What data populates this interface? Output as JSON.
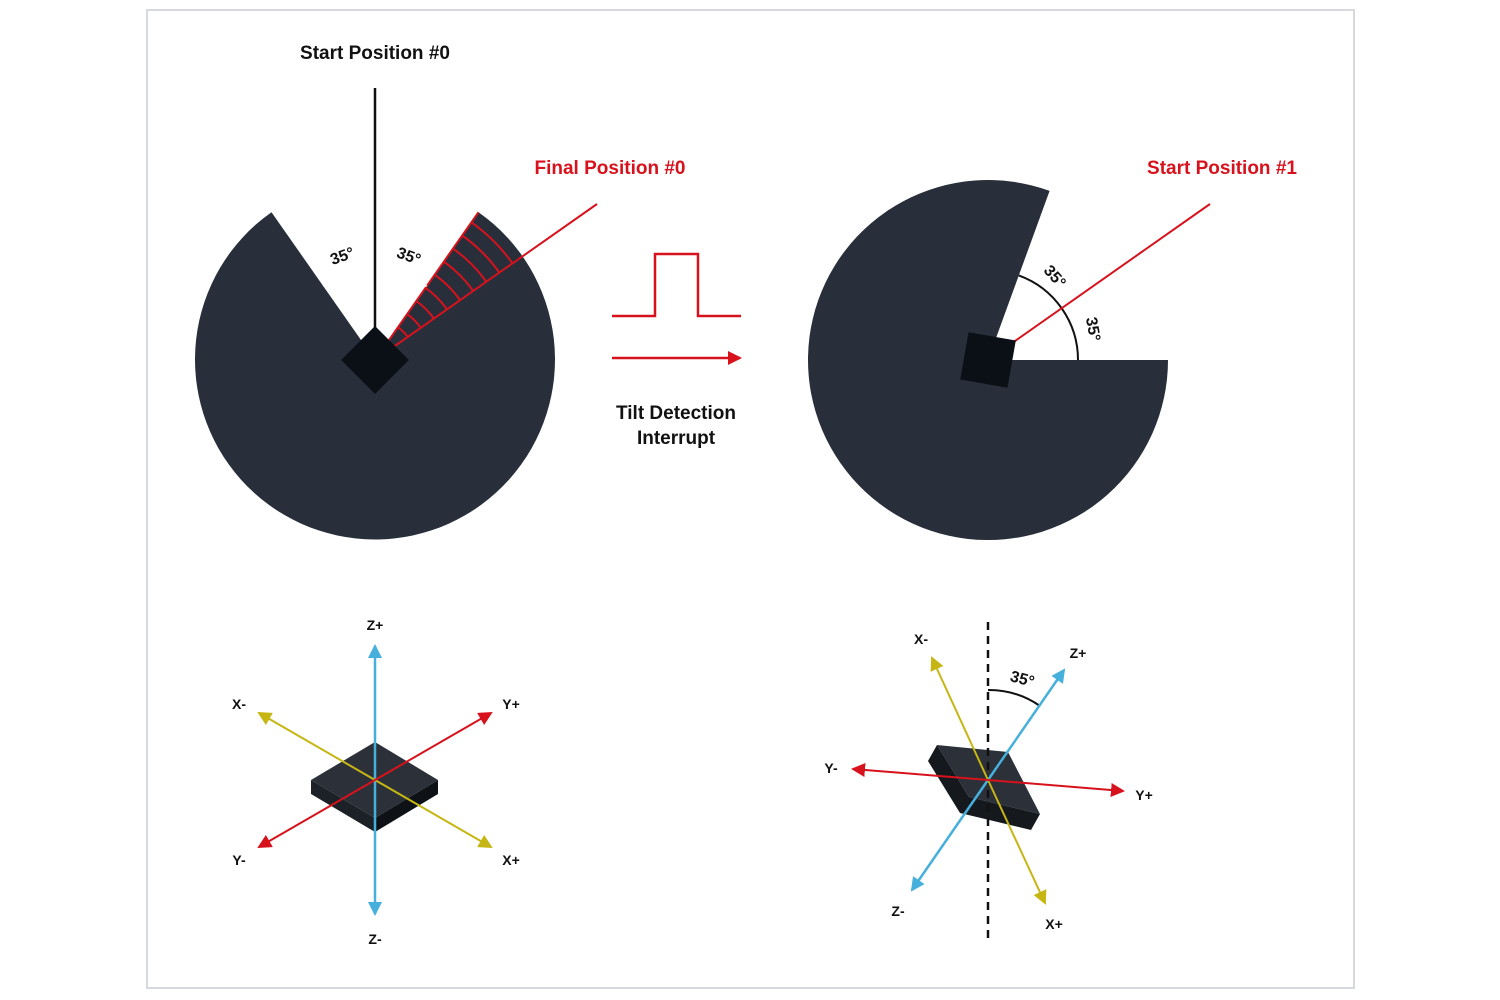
{
  "diagram": {
    "start_position_0": "Start Position #0",
    "final_position_0": "Final Position #0",
    "start_position_1": "Start Position #1",
    "interrupt_line1": "Tilt Detection",
    "interrupt_line2": "Interrupt",
    "angle_label": "35°",
    "axes_left": {
      "z_plus": "Z+",
      "z_minus": "Z-",
      "x_minus": "X-",
      "x_plus": "X+",
      "y_plus": "Y+",
      "y_minus": "Y-"
    },
    "axes_right": {
      "z_plus": "Z+",
      "z_minus": "Z-",
      "x_minus": "X-",
      "x_plus": "X+",
      "y_plus": "Y+",
      "y_minus": "Y-",
      "angle": "35°"
    }
  },
  "colors": {
    "dark_body": "#282f3b",
    "sensor": "#0b1016",
    "red": "#d7121c",
    "blue": "#45b0dc",
    "yellow": "#c6b613",
    "text": "#111111"
  }
}
